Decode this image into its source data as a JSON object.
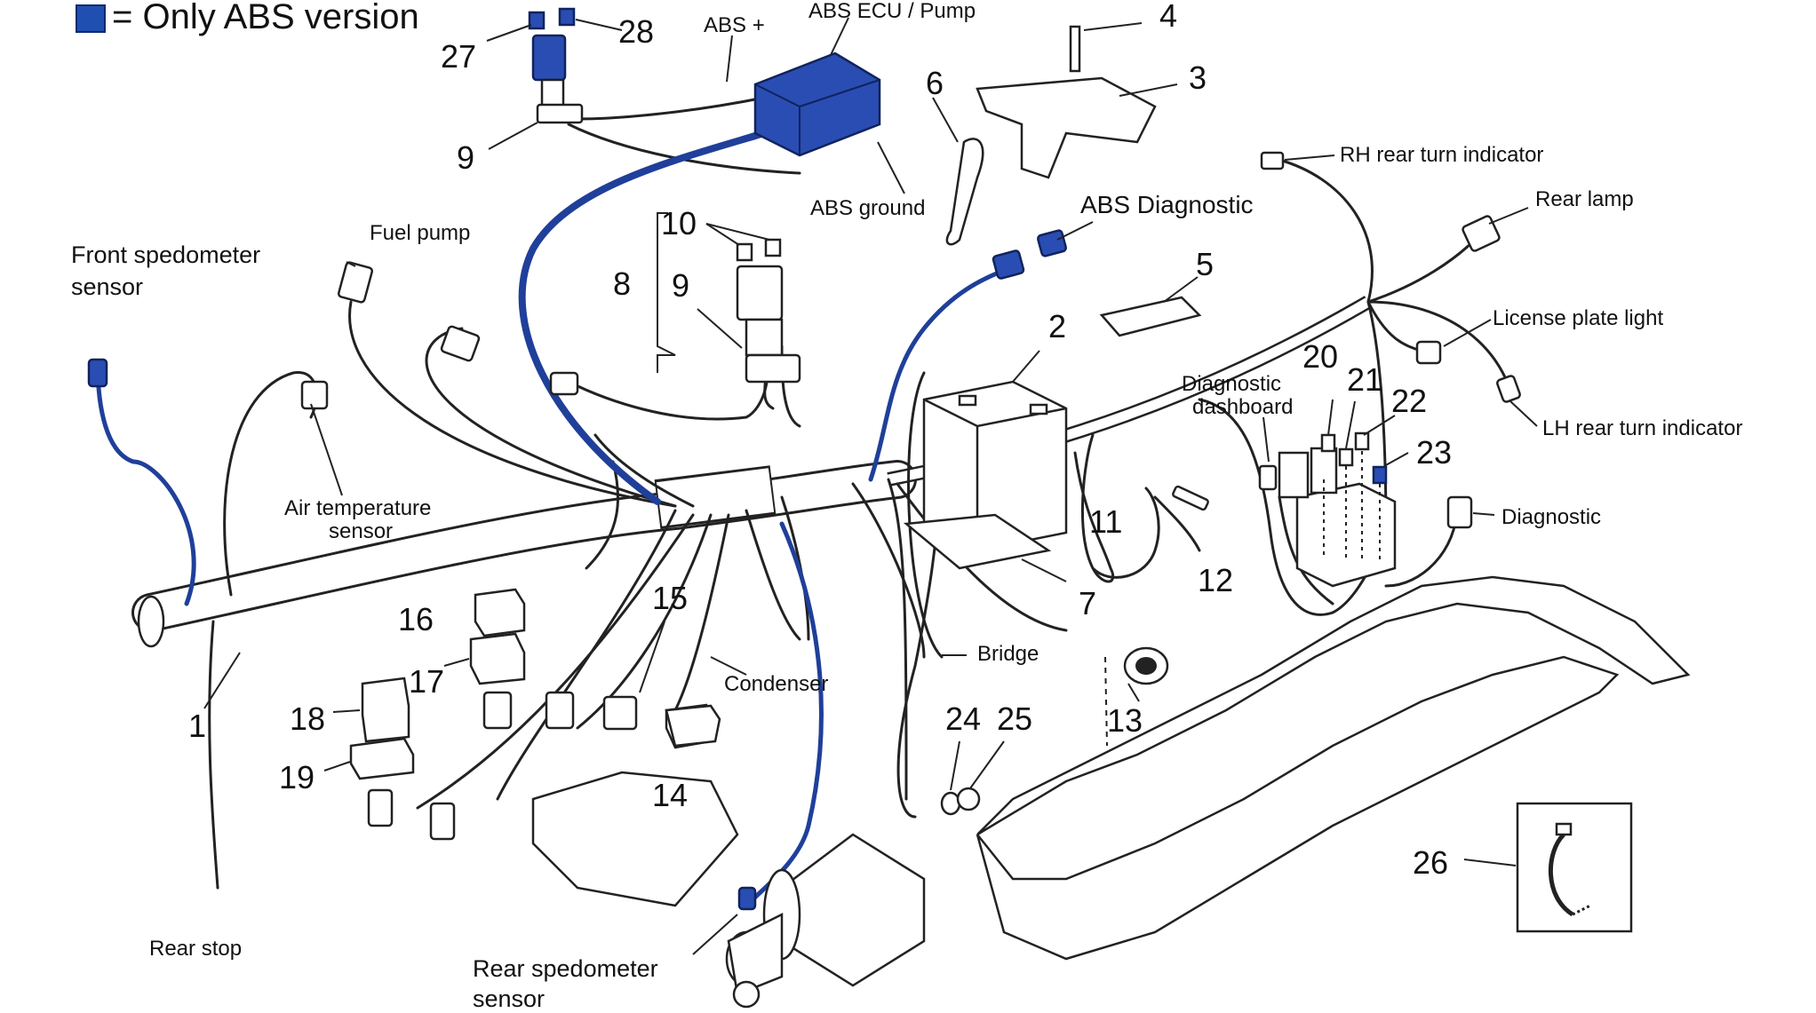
{
  "legend": {
    "text": "= Only ABS version",
    "swatch_color": "#1f4fb0"
  },
  "labels": {
    "abs_ecu": "ABS ECU / Pump",
    "abs_plus": "ABS +",
    "abs_ground": "ABS ground",
    "abs_diagnostic": "ABS Diagnostic",
    "fuel_pump": "Fuel pump",
    "front_speedo_1": "Front spedometer",
    "front_speedo_2": "sensor",
    "air_temp_1": "Air temperature",
    "air_temp_2": "sensor",
    "rh_rear_turn": "RH rear turn indicator",
    "rear_lamp": "Rear lamp",
    "license_plate": "License plate light",
    "lh_rear_turn": "LH rear turn indicator",
    "diag_dash_1": "Diagnostic",
    "diag_dash_2": "dashboard",
    "diagnostic": "Diagnostic",
    "condenser": "Condenser",
    "bridge": "Bridge",
    "rear_stop": "Rear stop",
    "rear_speedo_1": "Rear spedometer",
    "rear_speedo_2": "sensor"
  },
  "numbers": {
    "n1": "1",
    "n2": "2",
    "n3": "3",
    "n4": "4",
    "n5": "5",
    "n6": "6",
    "n7": "7",
    "n8": "8",
    "n9a": "9",
    "n9b": "9",
    "n10": "10",
    "n11": "11",
    "n12": "12",
    "n13": "13",
    "n14": "14",
    "n15": "15",
    "n16": "16",
    "n17": "17",
    "n18": "18",
    "n19": "19",
    "n20": "20",
    "n21": "21",
    "n22": "22",
    "n23": "23",
    "n24": "24",
    "n25": "25",
    "n26": "26",
    "n27": "27",
    "n28": "28"
  }
}
